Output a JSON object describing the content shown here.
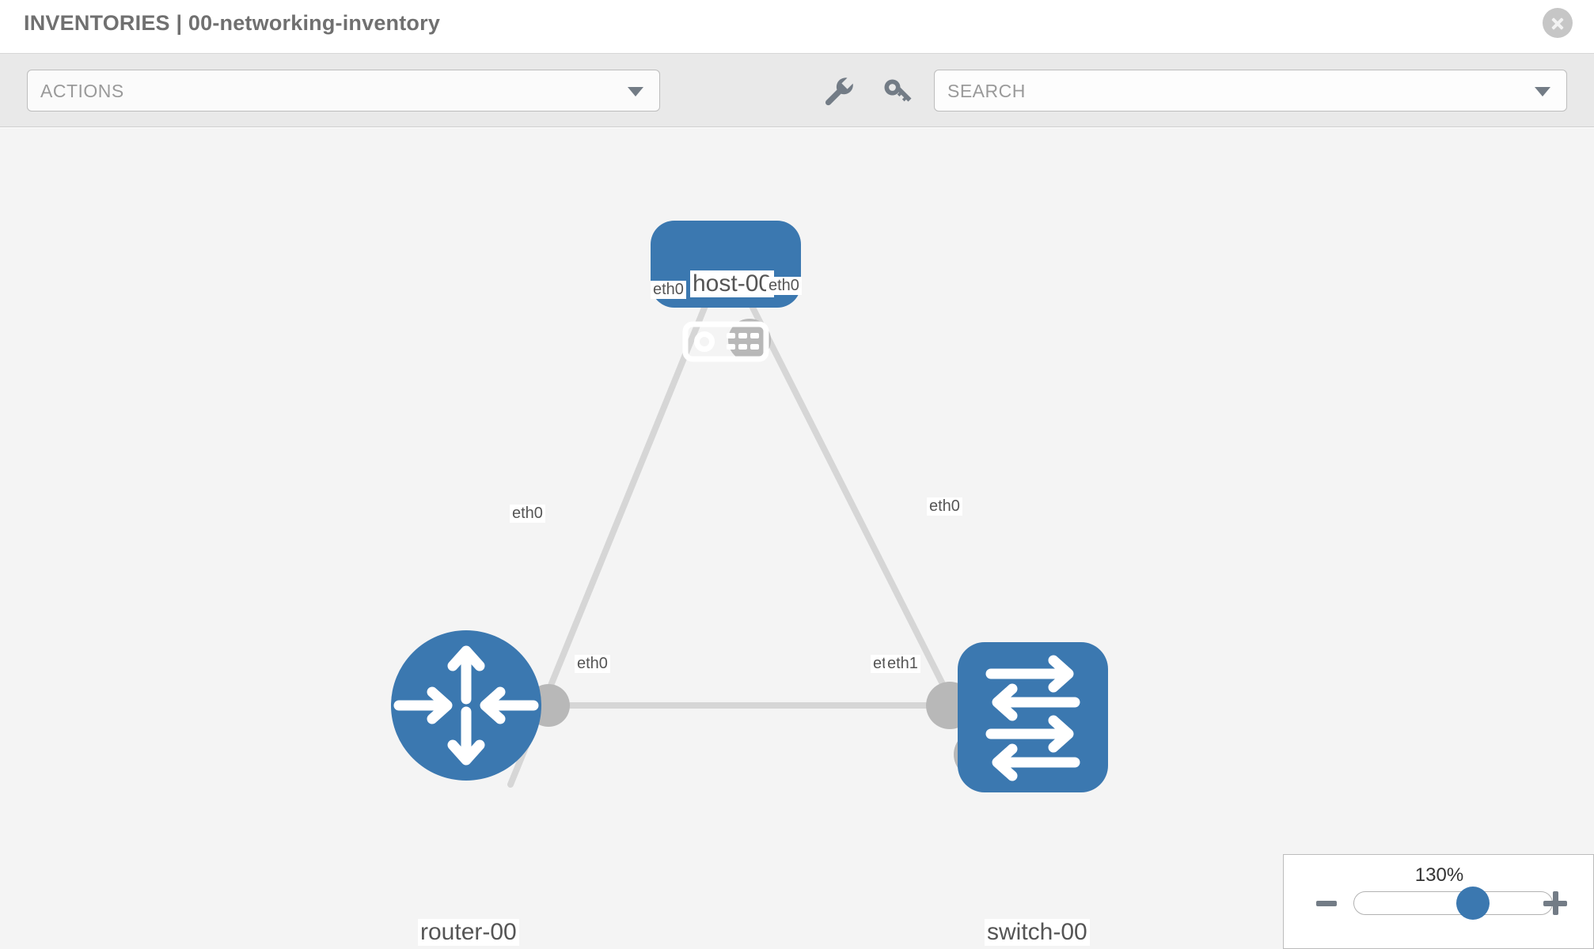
{
  "header": {
    "title": "INVENTORIES | 00-networking-inventory",
    "close_icon": "close-icon"
  },
  "toolbar": {
    "actions_label": "ACTIONS",
    "actions_caret_icon": "chevron-down-icon",
    "wrench_icon": "wrench-icon",
    "key_icon": "key-icon",
    "search_placeholder": "SEARCH",
    "search_value": "SEARCH",
    "search_caret_icon": "chevron-down-icon"
  },
  "topology": {
    "nodes": [
      {
        "id": "host-00",
        "label": "host-00",
        "type": "host",
        "shape": "rounded-rect",
        "color": "#3b78b0"
      },
      {
        "id": "router-00",
        "label": "router-00",
        "type": "router",
        "shape": "circle",
        "color": "#3b78b0"
      },
      {
        "id": "switch-00",
        "label": "switch-00",
        "type": "switch",
        "shape": "rounded-rect",
        "color": "#3b78b0"
      }
    ],
    "links": [
      {
        "from": "host-00",
        "to": "router-00",
        "from_port": "eth0",
        "to_port": "eth0"
      },
      {
        "from": "host-00",
        "to": "switch-00",
        "from_port": "eth0",
        "to_port": "eth0"
      },
      {
        "from": "router-00",
        "to": "switch-00",
        "from_port": "eth0",
        "to_port": "eth1",
        "to_port_overlap": "eth"
      }
    ],
    "link_color": "#d6d6d6",
    "port_color": "#b8b8b8"
  },
  "zoom_control": {
    "value_label": "130%",
    "minus_icon": "minus-icon",
    "plus_icon": "plus-icon",
    "slider_percent": 62
  }
}
